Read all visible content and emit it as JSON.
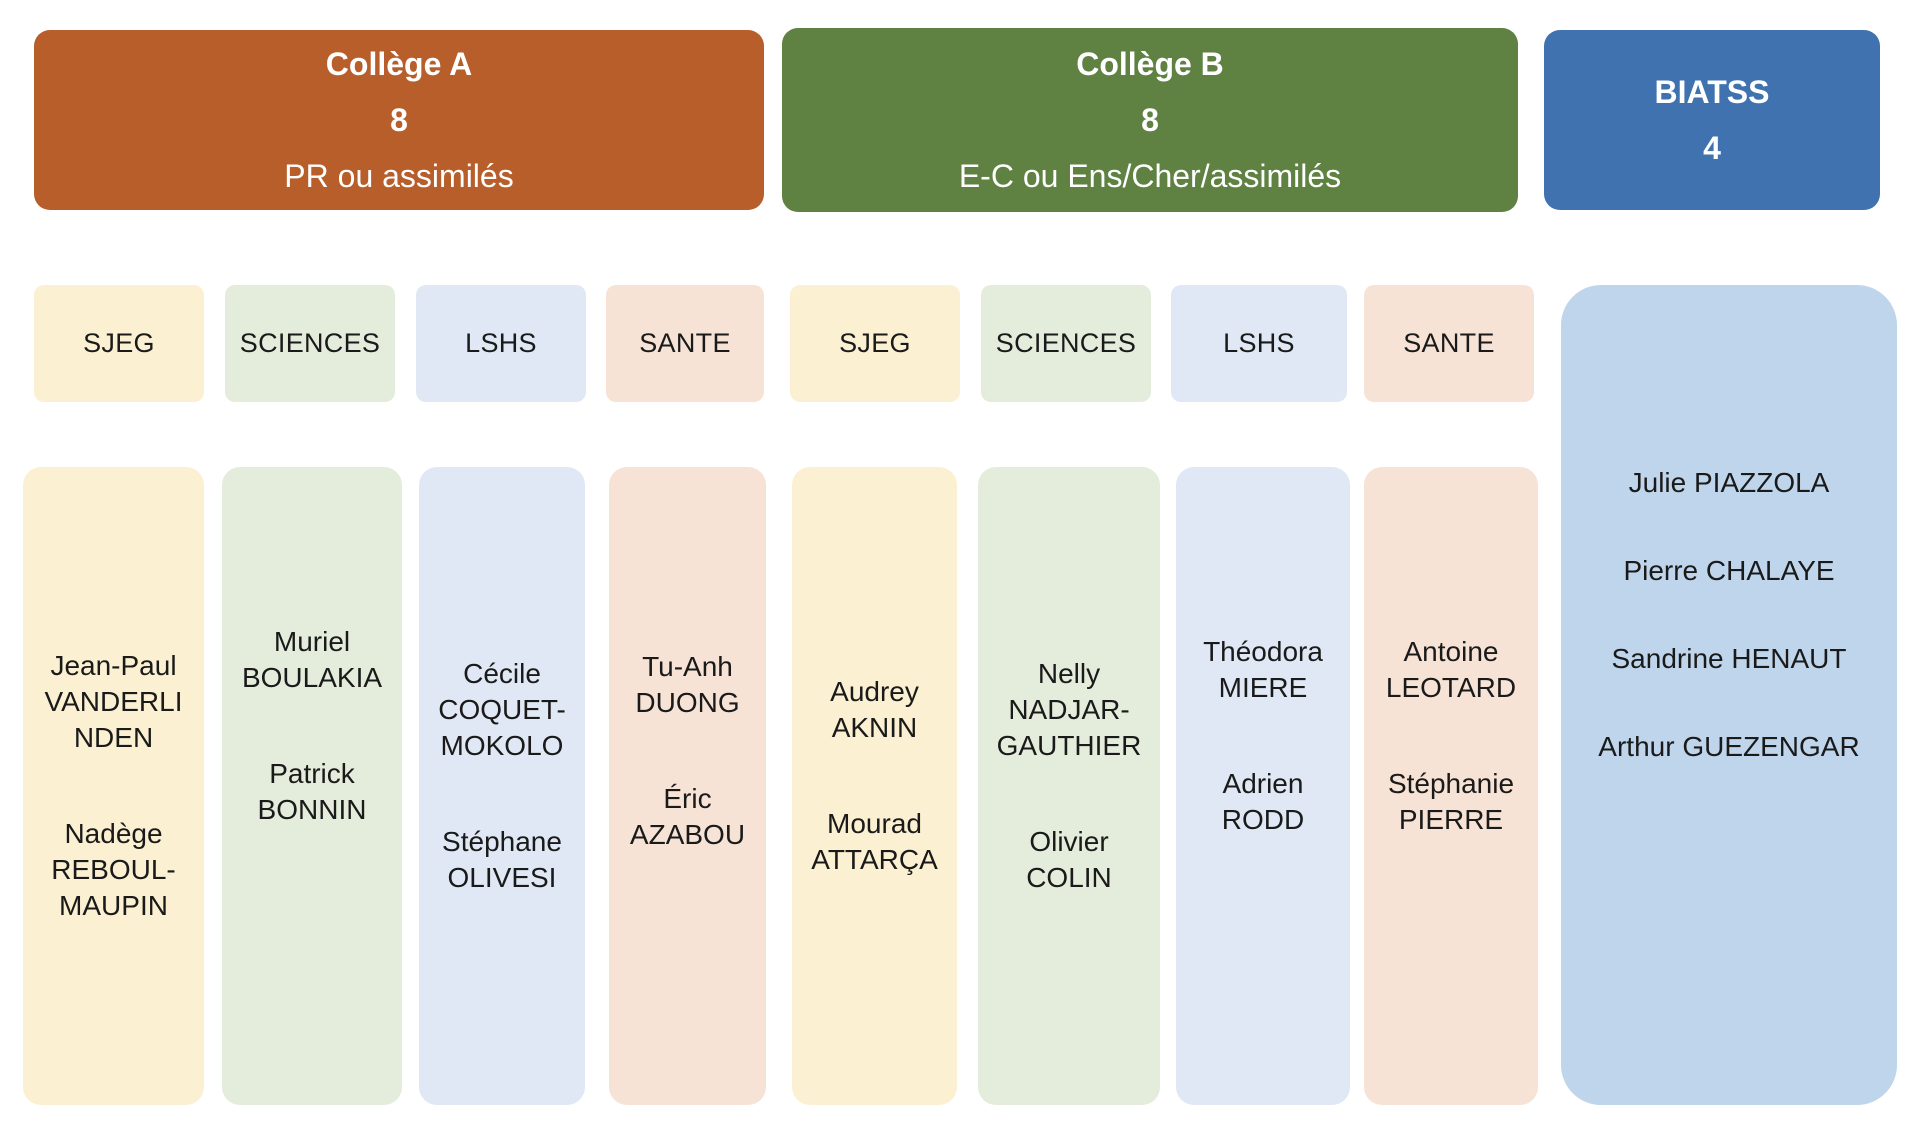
{
  "colors": {
    "college_a": "#b85e2b",
    "college_b": "#5f8142",
    "biatss": "#3f72ae",
    "biatss_list": "#bfd5ec",
    "sjeg": "#fbf0d1",
    "sciences": "#e4eddb",
    "lshs": "#dfe8f4",
    "sante": "#f6e3d5"
  },
  "headers": {
    "college_a": {
      "title": "Collège A",
      "count": "8",
      "subtitle": "PR ou assimilés"
    },
    "college_b": {
      "title": "Collège B",
      "count": "8",
      "subtitle": "E-C ou Ens/Cher/assimilés"
    },
    "biatss": {
      "title": "BIATSS",
      "count": "4"
    }
  },
  "categories": {
    "a": [
      "SJEG",
      "SCIENCES",
      "LSHS",
      "SANTE"
    ],
    "b": [
      "SJEG",
      "SCIENCES",
      "LSHS",
      "SANTE"
    ]
  },
  "members": {
    "a_sjeg": [
      [
        "Jean-Paul",
        "VANDERLI",
        "NDEN"
      ],
      [
        "Nadège",
        "REBOUL-",
        "MAUPIN"
      ]
    ],
    "a_sci": [
      [
        "Muriel",
        "BOULAKIA"
      ],
      [
        "Patrick",
        "BONNIN"
      ]
    ],
    "a_lshs": [
      [
        "Cécile",
        "COQUET-",
        "MOKOLO"
      ],
      [
        "Stéphane",
        "OLIVESI"
      ]
    ],
    "a_sante": [
      [
        "Tu-Anh",
        "DUONG"
      ],
      [
        "Éric",
        "AZABOU"
      ]
    ],
    "b_sjeg": [
      [
        "Audrey",
        "AKNIN"
      ],
      [
        "Mourad",
        "ATTARÇA"
      ]
    ],
    "b_sci": [
      [
        "Nelly",
        "NADJAR-",
        "GAUTHIER"
      ],
      [
        "Olivier",
        "COLIN"
      ]
    ],
    "b_lshs": [
      [
        "Théodora",
        "MIERE"
      ],
      [
        "Adrien",
        "RODD"
      ]
    ],
    "b_sante": [
      [
        "Antoine",
        "LEOTARD"
      ],
      [
        "Stéphanie",
        "PIERRE"
      ]
    ],
    "biatss": [
      "Julie PIAZZOLA",
      "Pierre CHALAYE",
      "Sandrine HENAUT",
      "Arthur GUEZENGAR"
    ]
  }
}
